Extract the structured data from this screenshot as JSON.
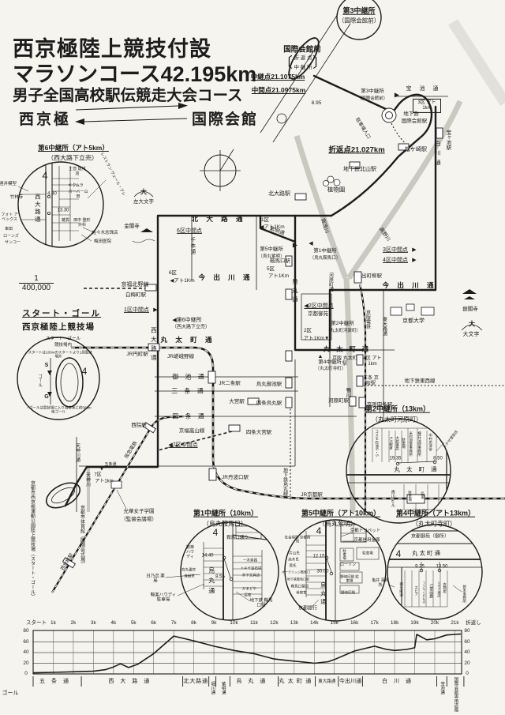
{
  "title": {
    "line1": "西京極陸上競技付設",
    "line2": "マラソンコース42.195km",
    "line3": "男子全国高校駅伝競走大会コース"
  },
  "endpoints": {
    "left": "西京極",
    "right": "国際会館"
  },
  "scale_fraction": {
    "numerator": "1",
    "denominator": "400,000"
  },
  "start_goal": {
    "line1": "スタート・ゴール",
    "line2": "西京極陸上競技場"
  },
  "colors": {
    "paper": "#f5f4ef",
    "ink": "#1c1c1c",
    "river": "#c9c9c0"
  },
  "map": {
    "labels": [
      [
        455,
        14,
        "第3中継所",
        "s9 b u"
      ],
      [
        455,
        27,
        "（国際会館前）",
        "s7.5"
      ],
      [
        383,
        63,
        "国際会館前",
        "s9.5 b"
      ],
      [
        362,
        80,
        "〔",
        "s18"
      ],
      [
        405,
        80,
        "〕",
        "s18"
      ],
      [
        384,
        74,
        "折 返 点",
        "s6.5"
      ],
      [
        384,
        86,
        "中 継 所",
        "s6.5"
      ],
      [
        352,
        97,
        "中継点21.1075km",
        "s8.5 b u"
      ],
      [
        353,
        114,
        "中間点21.0975km",
        "s8.5 b u"
      ],
      [
        401,
        131,
        "8.95",
        "s6.5"
      ],
      [
        452,
        190,
        "折返点21.027km",
        "s9.5 b u"
      ],
      [
        527,
        190,
        "松ケ崎駅",
        "s7"
      ],
      [
        456,
        215,
        "地下鉄北山駅",
        "s7"
      ],
      [
        426,
        241,
        "植物園",
        "s7.5"
      ],
      [
        354,
        246,
        "北大路駅",
        "s7"
      ],
      [
        472,
        116,
        "第3中継所",
        "s6.5"
      ],
      [
        472,
        125,
        "（国際会館前）",
        "s5.5"
      ],
      [
        503,
        120,
        "▶",
        "s8"
      ],
      [
        537,
        113,
        "宝 池 通",
        "s7 sp4"
      ],
      [
        541,
        134,
        "3区 アト1km",
        "s6 w30 bx"
      ],
      [
        521,
        145,
        "地下鉄",
        "s6.5"
      ],
      [
        525,
        154,
        "国際会館駅",
        "s6.5"
      ],
      [
        567,
        177,
        "宝ヶ池駅",
        "s6.5 v"
      ],
      [
        554,
        196,
        "白川通",
        "s7 v sp5"
      ],
      [
        459,
        163,
        "駐車場入口",
        "s6 r58"
      ],
      [
        93,
        187,
        "第6中継所（アト5km）",
        "s8.5 b u"
      ],
      [
        92,
        200,
        "（西大路下立売）",
        "s8"
      ],
      [
        57,
        222,
        "4",
        "s13"
      ],
      [
        47,
        264,
        "西大路通",
        "s7.5 v sp2"
      ],
      [
        66,
        246,
        "4.30",
        "s6"
      ],
      [
        80,
        267,
        "13.30",
        "s6"
      ],
      [
        98,
        218,
        "土音 建材店",
        "s5 w24"
      ],
      [
        96,
        236,
        "キクムラ",
        "s5"
      ],
      [
        99,
        247,
        "バーバー山田",
        "s5 w28"
      ],
      [
        83,
        280,
        "雑貨",
        "s5"
      ],
      [
        104,
        283,
        "田中 整形外科",
        "s5 w26"
      ],
      [
        133,
        295,
        "佐々木念珠店",
        "s5.5"
      ],
      [
        130,
        306,
        "梅田医院",
        "s5.5"
      ],
      [
        142,
        221,
        "レストラン ヴェール・ブレ",
        "s5 r62"
      ],
      [
        10,
        233,
        "酒井模型",
        "s5.5"
      ],
      [
        21,
        250,
        "竹林寺",
        "s5.5"
      ],
      [
        12,
        276,
        "フォト アベックス",
        "s5 w24"
      ],
      [
        11,
        291,
        "幸田",
        "s5"
      ],
      [
        14,
        300,
        "ローンズ",
        "s5"
      ],
      [
        16,
        308,
        "サンコー",
        "s5"
      ],
      [
        182,
        243,
        "大",
        "s8 b"
      ],
      [
        182,
        256,
        "左大文字",
        "s6.5"
      ],
      [
        167,
        287,
        "金閣寺",
        "s6.5"
      ],
      [
        277,
        277,
        "北 大 路 通",
        "s8.5 b sp4"
      ],
      [
        240,
        293,
        "6区中間点",
        "s7 u"
      ],
      [
        243,
        311,
        "千本通",
        "s6.5 v sp1"
      ],
      [
        351,
        293,
        "紫明通",
        "s6.5 r20"
      ],
      [
        344,
        316,
        "第5中継所",
        "s6.5"
      ],
      [
        344,
        325,
        "〔烏丸紫明〕",
        "s5.5"
      ],
      [
        374,
        310,
        "▶",
        "s8"
      ],
      [
        355,
        331,
        "鞍馬口駅",
        "s6.5"
      ],
      [
        343,
        341,
        "5区",
        "s6.5"
      ],
      [
        353,
        350,
        "アト1Km",
        "s6.5"
      ],
      [
        373,
        369,
        "烏丸通",
        "s7.5 v sp4"
      ],
      [
        286,
        351,
        "今 出 川 通",
        "s8.5 b sp4"
      ],
      [
        219,
        346,
        "6区",
        "s6.5"
      ],
      [
        231,
        356,
        "◀アト1Km",
        "s6.5"
      ],
      [
        336,
        279,
        "1区",
        "s6.5"
      ],
      [
        345,
        288,
        "◀アト1Km",
        "s6.5"
      ],
      [
        171,
        361,
        "京福北野線",
        "s7"
      ],
      [
        172,
        374,
        "白梅町駅",
        "s6.5"
      ],
      [
        173,
        393,
        "1区中間点",
        "s7 u"
      ],
      [
        197,
        393,
        "▶",
        "s7"
      ],
      [
        194,
        437,
        "西大路通",
        "s7.5 v sp4"
      ],
      [
        237,
        406,
        "◀第6中継所",
        "s7"
      ],
      [
        242,
        415,
        "（西大路下立売）",
        "s6"
      ],
      [
        238,
        430,
        "丸 太 町 通",
        "s8.5 b sp4"
      ],
      [
        229,
        452,
        "JR嵯峨野線",
        "s6.5"
      ],
      [
        174,
        449,
        "JR円町駅",
        "s6.5"
      ],
      [
        291,
        486,
        "JR二条駅",
        "s6.5"
      ],
      [
        341,
        487,
        "烏丸御池駅",
        "s6.5"
      ],
      [
        240,
        477,
        "御 池 通",
        "s8 sp3"
      ],
      [
        239,
        495,
        "三 条 通",
        "s8 sp3"
      ],
      [
        300,
        509,
        "大宮駅",
        "s6.5"
      ],
      [
        341,
        511,
        "四条烏丸駅",
        "s6.5"
      ],
      [
        240,
        527,
        "四 条 通",
        "s8 sp3"
      ],
      [
        243,
        546,
        "京福嵐山線",
        "s6.5"
      ],
      [
        328,
        548,
        "四条大宮駅",
        "s6.5"
      ],
      [
        232,
        564,
        "◀7区中間点",
        "s7 u"
      ],
      [
        298,
        605,
        "JR丹波口駅",
        "s6.5"
      ],
      [
        360,
        610,
        "地下鉄烏丸線",
        "s6 v"
      ],
      [
        395,
        627,
        "JR京都駅",
        "s6.5"
      ],
      [
        497,
        631,
        "青山ビル",
        "s5.5 v"
      ],
      [
        471,
        350,
        "出町柳駅",
        "s6.5"
      ],
      [
        519,
        361,
        "今 出 川 通",
        "s8.5 b sp4"
      ],
      [
        501,
        317,
        "3区中間点",
        "s7 u"
      ],
      [
        525,
        317,
        "▶",
        "s7"
      ],
      [
        501,
        330,
        "4区中間点",
        "s7 u"
      ],
      [
        525,
        330,
        "▶",
        "s7"
      ],
      [
        411,
        286,
        "賀茂川",
        "s6.5 r72"
      ],
      [
        487,
        297,
        "高野川",
        "s6.5 r55"
      ],
      [
        465,
        404,
        "京阪電鉄",
        "s6 v"
      ],
      [
        486,
        413,
        "東大路通",
        "s6 v"
      ],
      [
        418,
        357,
        "河原町通",
        "s6 v"
      ],
      [
        440,
        497,
        "鴨川",
        "s6.5 v"
      ],
      [
        524,
        407,
        "京都大学",
        "s7"
      ],
      [
        596,
        392,
        "銀閣寺",
        "s6.5"
      ],
      [
        598,
        410,
        "大",
        "s8 b"
      ],
      [
        597,
        424,
        "大文字",
        "s7"
      ],
      [
        394,
        309,
        "◀",
        "s7"
      ],
      [
        412,
        318,
        "第1中継所",
        "s6.5"
      ],
      [
        412,
        327,
        "〔烏丸鞍馬口〕",
        "s5.5"
      ],
      [
        404,
        388,
        "◀2区中間点",
        "s7 u"
      ],
      [
        403,
        398,
        "京都御苑",
        "s6.5"
      ],
      [
        390,
        419,
        "2区",
        "s6.5"
      ],
      [
        401,
        429,
        "アト1Km▼",
        "s6.5"
      ],
      [
        434,
        410,
        "第2中継所",
        "s6.5"
      ],
      [
        435,
        419,
        "〔丸太町河原町〕",
        "s5.5"
      ],
      [
        406,
        452,
        "▲",
        "s7"
      ],
      [
        418,
        459,
        "第4中継所",
        "s6.5"
      ],
      [
        419,
        467,
        "〔丸太町寺町〕",
        "s5.5"
      ],
      [
        440,
        442,
        "丸 太 町 通",
        "s8 b sp3"
      ],
      [
        437,
        458,
        "京阪 丸太町駅",
        "s6 w32"
      ],
      [
        472,
        458,
        "4区 アト1km",
        "s6 w26"
      ],
      [
        470,
        483,
        "三条 京阪駅",
        "s6 w24"
      ],
      [
        532,
        483,
        "地下鉄東西線",
        "s6.5"
      ],
      [
        429,
        508,
        "河原町駅",
        "s6.5"
      ],
      [
        481,
        513,
        "京阪四条駅",
        "s6.5"
      ],
      [
        504,
        518,
        "第2中継所（13km）",
        "s9 b u"
      ],
      [
        503,
        531,
        "（丸太町河原町）",
        "s8"
      ],
      [
        478,
        561,
        "コスモ石油G・S",
        "s4.5 v"
      ],
      [
        496,
        561,
        "K.K飯倉",
        "s4.5 v"
      ],
      [
        504,
        561,
        "大岩書店",
        "s4.5 v"
      ],
      [
        512,
        561,
        "駐車場",
        "s4.5 v"
      ],
      [
        521,
        562,
        "米村測量事務所",
        "s4.5 v"
      ],
      [
        532,
        562,
        "横井法律事務所",
        "s4.5 v"
      ],
      [
        546,
        560,
        "中村志津堂",
        "s4.5 v"
      ],
      [
        571,
        556,
        "たかせ理容店",
        "s4.5 r-52"
      ],
      [
        501,
        581,
        "19.35",
        "s6"
      ],
      [
        555,
        581,
        "8.50",
        "s6"
      ],
      [
        528,
        595,
        "丸 太 町 通",
        "s7.5 sp3"
      ],
      [
        520,
        628,
        "駐車場",
        "s4.5 v"
      ],
      [
        536,
        627,
        "民家",
        "s4.5 v"
      ],
      [
        286,
        650,
        "第1中継所（10km）",
        "s9 b u"
      ],
      [
        285,
        663,
        "（烏丸鞍馬口）",
        "s8"
      ],
      [
        273,
        674,
        "4",
        "s12"
      ],
      [
        301,
        681,
        "鞍馬口通り",
        "s5.5"
      ],
      [
        268,
        737,
        "烏丸通",
        "s8 v sp5"
      ],
      [
        263,
        704,
        "14.40",
        "s6"
      ],
      [
        279,
        731,
        "8.55",
        "s6"
      ],
      [
        241,
        700,
        "鞍楽 ハウ ディ",
        "s5 w14"
      ],
      [
        239,
        721,
        "烏丸書房",
        "s4.5"
      ],
      [
        240,
        729,
        "進誠堂",
        "s4.5"
      ],
      [
        197,
        733,
        "日乃出 薬局",
        "s5.5 w24"
      ],
      [
        207,
        757,
        "鞍楽ハウディ 駐車場",
        "s5.5 w38"
      ],
      [
        317,
        709,
        "一木楽器",
        "s4.5"
      ],
      [
        318,
        719,
        "トキヤ宝石店",
        "s4.5"
      ],
      [
        318,
        728,
        "木下文具店",
        "s4.5"
      ],
      [
        316,
        745,
        "かまどや",
        "s4.5"
      ],
      [
        314,
        753,
        "民家",
        "s4.5"
      ],
      [
        331,
        764,
        "地下鉄 鞍馬口駅",
        "s5.5 w32"
      ],
      [
        432,
        650,
        "第5中継所（アト10km）",
        "s9 b u"
      ],
      [
        428,
        663,
        "（烏丸紫明）",
        "s8"
      ],
      [
        404,
        672,
        "4",
        "s12"
      ],
      [
        409,
        752,
        "烏丸通",
        "s7.5 v sp3"
      ],
      [
        404,
        705,
        "12.15",
        "s6"
      ],
      [
        409,
        724,
        "30.00",
        "s6"
      ],
      [
        377,
        683,
        "社会保険 京都病院",
        "s4.5 w34"
      ],
      [
        373,
        700,
        "片山氏",
        "s4.5"
      ],
      [
        372,
        708,
        "高木氏",
        "s4.5"
      ],
      [
        371,
        716,
        "菅氏",
        "s4.5"
      ],
      [
        375,
        725,
        "オークリッジ鞍馬口",
        "s4"
      ],
      [
        378,
        734,
        "地下鉄鞍馬口駅",
        "s4"
      ],
      [
        380,
        742,
        "鞍馬口薬局",
        "s4.5"
      ],
      [
        382,
        750,
        "美容室",
        "s4.5"
      ],
      [
        390,
        771,
        "京都銀行",
        "s6"
      ],
      [
        437,
        702,
        "駐車場",
        "s4.5 v"
      ],
      [
        466,
        700,
        "駐車場",
        "s4.5"
      ],
      [
        441,
        716,
        "ローソン",
        "s5"
      ],
      [
        443,
        733,
        "野崎印刷 駐車場",
        "s4.5 w28"
      ],
      [
        441,
        750,
        "野崎印刷",
        "s4.5"
      ],
      [
        463,
        672,
        "京都トヨペット",
        "s5.5"
      ],
      [
        465,
        684,
        "京都信用金庫",
        "s5.5"
      ],
      [
        552,
        650,
        "第4中継所（アト13km）",
        "s9 b u"
      ],
      [
        550,
        663,
        "（丸太町寺町）",
        "s8"
      ],
      [
        545,
        680,
        "京都御苑（御所）",
        "s6"
      ],
      [
        505,
        701,
        "4",
        "s12"
      ],
      [
        541,
        701,
        "丸太町通",
        "s7.5 sp2"
      ],
      [
        532,
        718,
        "9.25",
        "s6"
      ],
      [
        560,
        718,
        "13.50",
        "s6"
      ],
      [
        509,
        746,
        "御幸町通",
        "s4.5 v"
      ],
      [
        528,
        748,
        "エビア",
        "s4.5 v"
      ],
      [
        537,
        750,
        "フジヤくだもの",
        "s4 v"
      ],
      [
        547,
        748,
        "江華画廊",
        "s4.5 v"
      ],
      [
        556,
        746,
        "ミヤデ酒店",
        "s4 v"
      ],
      [
        564,
        744,
        "古物屋",
        "s4.5 v"
      ],
      [
        482,
        739,
        "亀井 事務所",
        "s5 w22"
      ],
      [
        589,
        752,
        "賀木事務所",
        "s4.5 v"
      ],
      [
        80,
        429,
        "スタート・ゴール",
        "s5.5"
      ],
      [
        80,
        437,
        "競技場内",
        "s5.5"
      ],
      [
        74,
        449,
        "・スタートは100mのスタートより1周競技場外",
        "s4.5 w88"
      ],
      [
        59,
        463,
        "S",
        "s7 b"
      ],
      [
        50,
        482,
        "ゴール",
        "s5.5 v"
      ],
      [
        59,
        503,
        "G",
        "s7 b"
      ],
      [
        74,
        519,
        "・ゴールは競技場に入り渦巻状に約500m後ゴール",
        "s4.5 w84"
      ],
      [
        107,
        470,
        "4",
        "s12"
      ],
      [
        97,
        573,
        "天神川通",
        "s6 v"
      ],
      [
        110,
        607,
        "天神川",
        "s6 v"
      ],
      [
        140,
        589,
        "五条通",
        "s5"
      ],
      [
        129,
        595,
        "▼",
        "s6"
      ],
      [
        124,
        602,
        "7区",
        "s6"
      ],
      [
        132,
        610,
        "アト1km",
        "s6"
      ],
      [
        176,
        648,
        "光華女子学園",
        "s6.5"
      ],
      [
        176,
        658,
        "（監督会議場）",
        "s6.5"
      ],
      [
        40,
        662,
        "京都市西京極運動公園陸上競技場（スタート・ゴール）",
        "s6 v h108"
      ],
      [
        103,
        678,
        "京都市体育館（開閉会式場）",
        "s6 v h96"
      ],
      [
        86,
        712,
        "西京極駅",
        "s6 r-58"
      ],
      [
        167,
        570,
        "阪急電鉄",
        "s6 r-58"
      ],
      [
        176,
        539,
        "西院駅",
        "s6.5"
      ]
    ]
  },
  "chart_data": {
    "type": "line",
    "x_ticks": [
      "スタート",
      "1k",
      "2k",
      "3k",
      "4k",
      "5k",
      "6k",
      "7k",
      "8k",
      "9k",
      "10k",
      "11k",
      "12k",
      "13k",
      "14k",
      "15k",
      "16k",
      "17k",
      "18k",
      "19k",
      "20k",
      "21k"
    ],
    "turn_label": "折返し",
    "goal_label": "ゴール",
    "y_ticks": [
      0,
      20,
      40,
      60,
      80
    ],
    "ylim": [
      0,
      80
    ],
    "xlim_km": [
      0,
      21.45
    ],
    "points": [
      [
        0,
        2
      ],
      [
        1,
        3
      ],
      [
        2,
        4
      ],
      [
        3,
        5
      ],
      [
        3.6,
        8
      ],
      [
        4,
        13
      ],
      [
        4.35,
        19
      ],
      [
        4.75,
        12
      ],
      [
        5.2,
        18
      ],
      [
        6,
        38
      ],
      [
        7,
        71
      ],
      [
        8,
        62
      ],
      [
        9,
        52
      ],
      [
        10,
        44
      ],
      [
        11,
        38
      ],
      [
        12,
        28
      ],
      [
        12.7,
        25
      ],
      [
        13.5,
        22
      ],
      [
        14,
        20
      ],
      [
        14.7,
        23
      ],
      [
        15,
        27
      ],
      [
        16,
        43
      ],
      [
        17,
        52
      ],
      [
        17.6,
        46
      ],
      [
        18,
        44
      ],
      [
        18.6,
        46
      ],
      [
        19,
        49
      ],
      [
        19.1,
        74
      ],
      [
        19.6,
        64
      ],
      [
        20,
        66
      ],
      [
        20.6,
        73
      ],
      [
        21,
        74
      ],
      [
        21.3,
        75
      ]
    ],
    "street_segments": [
      [
        "五条通",
        0,
        2.4
      ],
      [
        "西大路通",
        2.4,
        7.45
      ],
      [
        "北大路通",
        7.45,
        8.75
      ],
      [
        "堀川通",
        8.75,
        9.1
      ],
      [
        "紫明通",
        9.1,
        9.8
      ],
      [
        "烏丸通",
        9.8,
        12.2
      ],
      [
        "丸太町通",
        12.2,
        14.05
      ],
      [
        "東大路通",
        14.05,
        15.2
      ],
      [
        "今出川通",
        15.2,
        16.4
      ],
      [
        "白川通",
        16.4,
        20.1
      ],
      [
        "宝池通",
        20.1,
        20.6
      ],
      [
        "国際会館専用道路",
        20.6,
        21.45
      ]
    ]
  }
}
